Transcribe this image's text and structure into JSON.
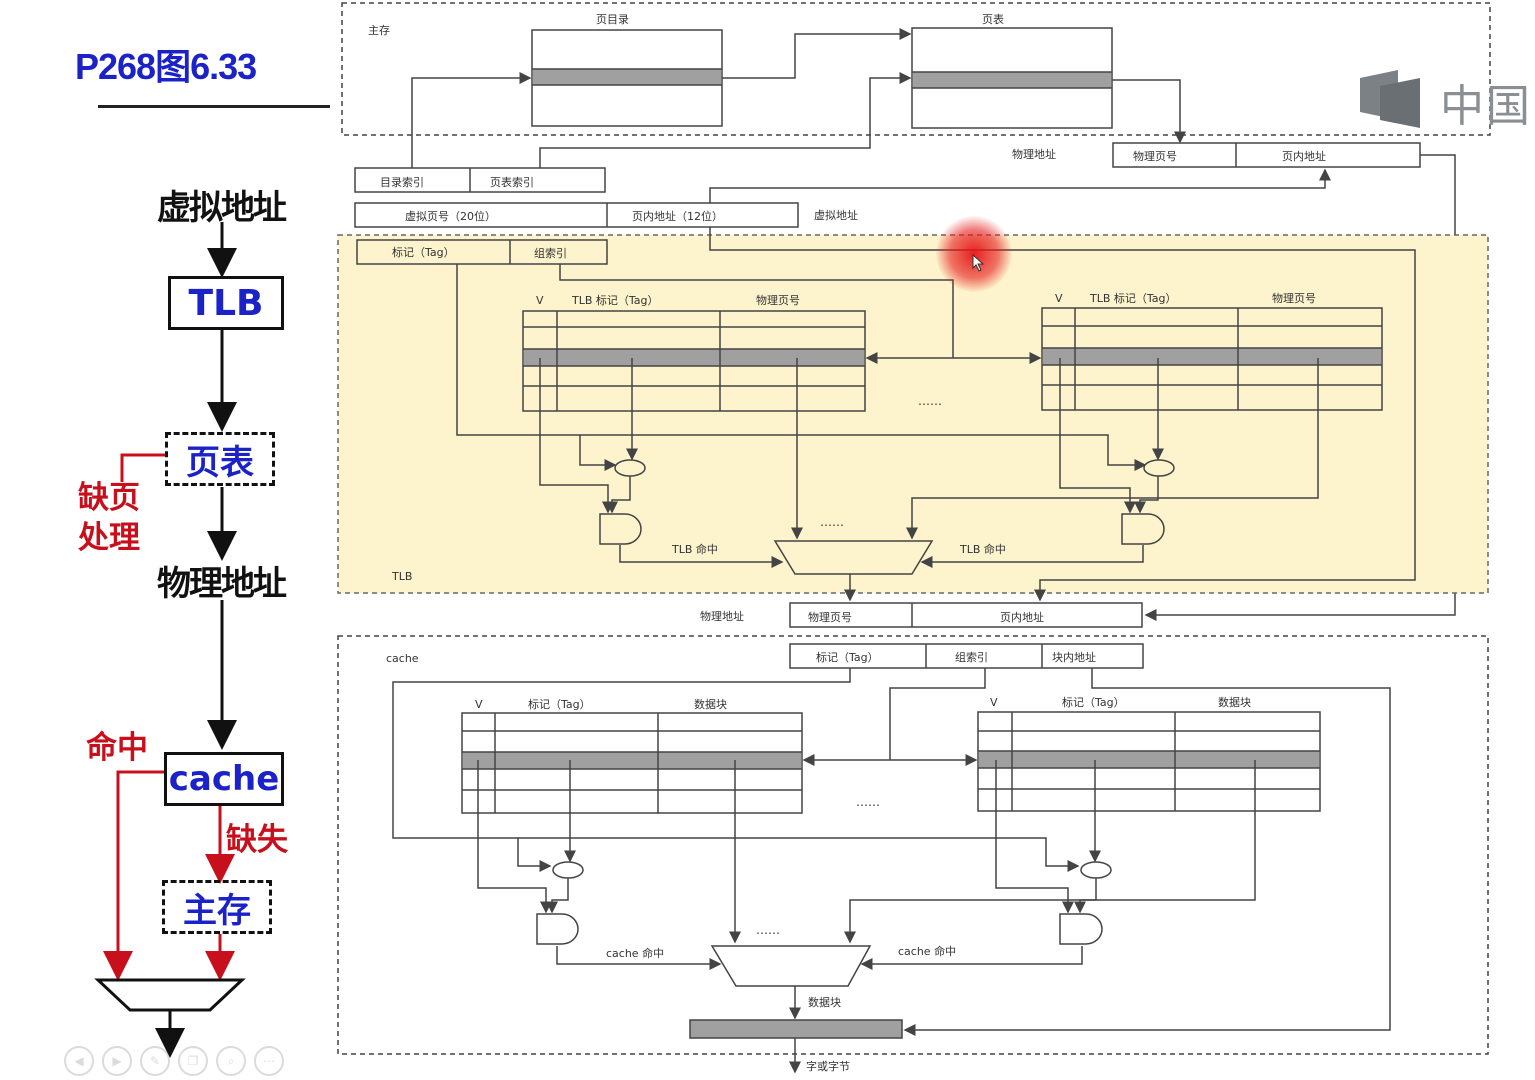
{
  "slide": {
    "title": "P268图6.33"
  },
  "flow": {
    "virtual_address": "虚拟地址",
    "tlb": "TLB",
    "page_table": "页表",
    "page_fault": "缺页\n处理",
    "physical_address": "物理地址",
    "hit": "命中",
    "cache": "cache",
    "miss": "缺失",
    "main_memory": "主存"
  },
  "diagram": {
    "main_memory_label": "主存",
    "page_directory_label": "页目录",
    "page_table_label": "页表",
    "dir_index": "目录索引",
    "table_index": "页表索引",
    "virtual_page_number": "虚拟页号（20位）",
    "page_offset_12": "页内地址（12位）",
    "virtual_address_label": "虚拟地址",
    "physical_address_label_top": "物理地址",
    "physical_page_number_top": "物理页号",
    "page_offset_top": "页内地址",
    "tlb_tag": "标记（Tag）",
    "tlb_set_index": "组索引",
    "tlb_col_v": "V",
    "tlb_col_tag": "TLB 标记（Tag）",
    "tlb_col_ppn": "物理页号",
    "tlb_hit_left": "TLB 命中",
    "tlb_hit_right": "TLB 命中",
    "tlb_region_label": "TLB",
    "physical_address_label_mid": "物理地址",
    "physical_page_number_mid": "物理页号",
    "page_offset_mid": "页内地址",
    "cache_region_label": "cache",
    "cache_tag": "标记（Tag）",
    "cache_set_index": "组索引",
    "cache_block_offset": "块内地址",
    "cache_col_v": "V",
    "cache_col_tag": "标记（Tag）",
    "cache_col_data": "数据块",
    "cache_hit_left": "cache 命中",
    "cache_hit_right": "cache 命中",
    "data_block": "数据块",
    "byte_or_word": "字或字节",
    "ellipsis": "……"
  },
  "watermark": {
    "text": "中国"
  },
  "colors": {
    "title_blue": "#1a22c8",
    "flow_red": "#c8101c",
    "tlb_region_fill": "#fdf3cc",
    "shaded_row": "#a0a0a0"
  },
  "icons": [
    "prev-icon",
    "next-icon",
    "pen-icon",
    "copy-icon",
    "zoom-icon",
    "more-icon"
  ]
}
